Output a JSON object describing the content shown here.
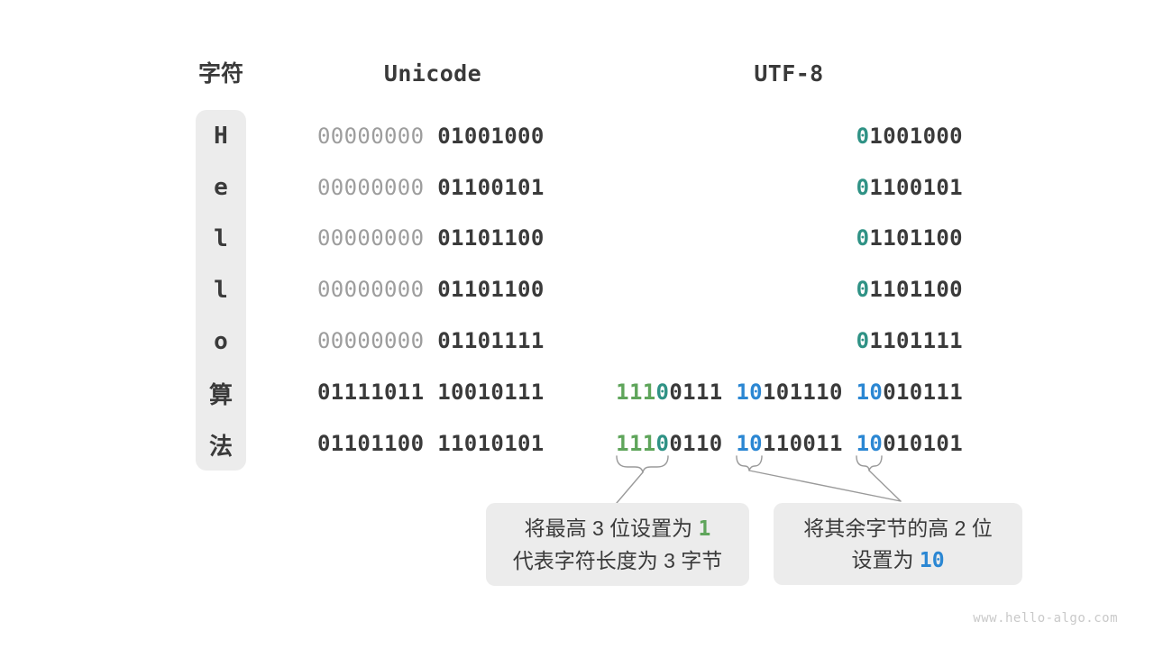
{
  "headers": {
    "char": "字符",
    "unicode": "Unicode",
    "utf8": "UTF-8"
  },
  "colors": {
    "dark_bits": "#3a3a3a",
    "gray_bits": "#9d9d9d",
    "teal_leading_zero": "#2f9285",
    "green_prefix_ones": "#5fa55b",
    "blue_continuation": "#2b87d3",
    "panel_background": "#ececec"
  },
  "rows": [
    {
      "char": "H",
      "uni_gray": "00000000",
      "uni_dark": "01001000",
      "u8_teal": "0",
      "u8_rest": "1001000"
    },
    {
      "char": "e",
      "uni_gray": "00000000",
      "uni_dark": "01100101",
      "u8_teal": "0",
      "u8_rest": "1100101"
    },
    {
      "char": "l",
      "uni_gray": "00000000",
      "uni_dark": "01101100",
      "u8_teal": "0",
      "u8_rest": "1101100"
    },
    {
      "char": "l",
      "uni_gray": "00000000",
      "uni_dark": "01101100",
      "u8_teal": "0",
      "u8_rest": "1101100"
    },
    {
      "char": "o",
      "uni_gray": "00000000",
      "uni_dark": "01101111",
      "u8_teal": "0",
      "u8_rest": "1101111"
    },
    {
      "char": "算",
      "uni_dark": "01111011 10010111",
      "b1_green": "111",
      "b1_teal": "0",
      "b1_rest": "0111",
      "b2_blue": "10",
      "b2_rest": "101110",
      "b3_blue": "10",
      "b3_rest": "010111"
    },
    {
      "char": "法",
      "uni_dark": "01101100 11010101",
      "b1_green": "111",
      "b1_teal": "0",
      "b1_rest": "0110",
      "b2_blue": "10",
      "b2_rest": "110011",
      "b3_blue": "10",
      "b3_rest": "010101"
    }
  ],
  "annotations": {
    "prefix_box": {
      "line1_text": "将最高 3 位设置为 ",
      "line1_accent": "1",
      "line2": "代表字符长度为 3 字节"
    },
    "continuation_box": {
      "line1": "将其余字节的高 2 位",
      "line2_text": "设置为 ",
      "line2_accent": "10"
    }
  },
  "footer": "www.hello-algo.com"
}
